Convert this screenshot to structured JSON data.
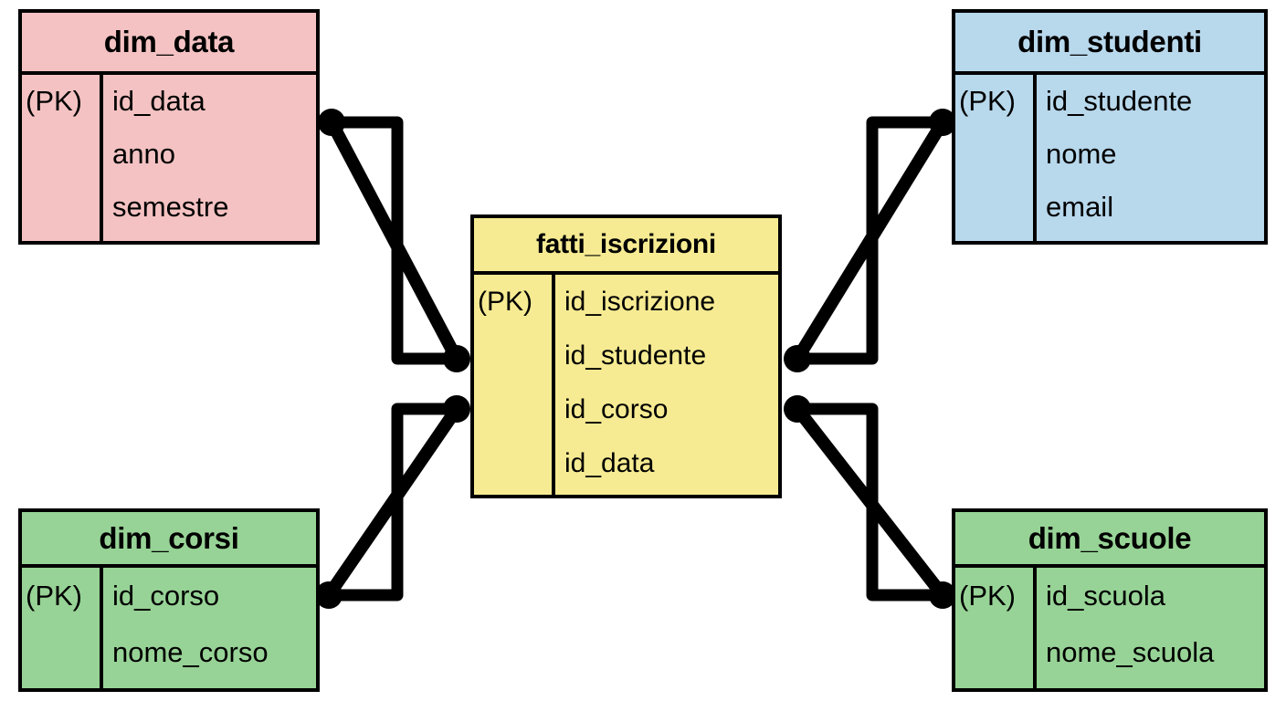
{
  "diagram": {
    "type": "entity-relationship-star-schema",
    "background_color": "#ffffff",
    "line_color": "#000000",
    "border_color": "#000000"
  },
  "entities": {
    "dim_data": {
      "name": "dim_data",
      "color": "#f4c2c2",
      "pk_label": "(PK)",
      "fields": [
        "id_data",
        "anno",
        "semestre"
      ]
    },
    "dim_studenti": {
      "name": "dim_studenti",
      "color": "#b8d8ec",
      "pk_label": "(PK)",
      "fields": [
        "id_studente",
        "nome",
        "email"
      ]
    },
    "fatti_iscrizioni": {
      "name": "fatti_iscrizioni",
      "color": "#f6eb92",
      "pk_label": "(PK)",
      "fields": [
        "id_iscrizione",
        "id_studente",
        "id_corso",
        "id_data"
      ]
    },
    "dim_corsi": {
      "name": "dim_corsi",
      "color": "#97d396",
      "pk_label": "(PK)",
      "fields": [
        "id_corso",
        "nome_corso"
      ]
    },
    "dim_scuole": {
      "name": "dim_scuole",
      "color": "#97d396",
      "pk_label": "(PK)",
      "fields": [
        "id_scuola",
        "nome_scuola"
      ]
    }
  },
  "relationships": [
    {
      "from": "dim_data",
      "to": "fatti_iscrizioni",
      "endpoint_style": "filled-circle"
    },
    {
      "from": "dim_studenti",
      "to": "fatti_iscrizioni",
      "endpoint_style": "filled-circle"
    },
    {
      "from": "dim_corsi",
      "to": "fatti_iscrizioni",
      "endpoint_style": "filled-circle"
    },
    {
      "from": "dim_scuole",
      "to": "fatti_iscrizioni",
      "endpoint_style": "filled-circle"
    }
  ]
}
